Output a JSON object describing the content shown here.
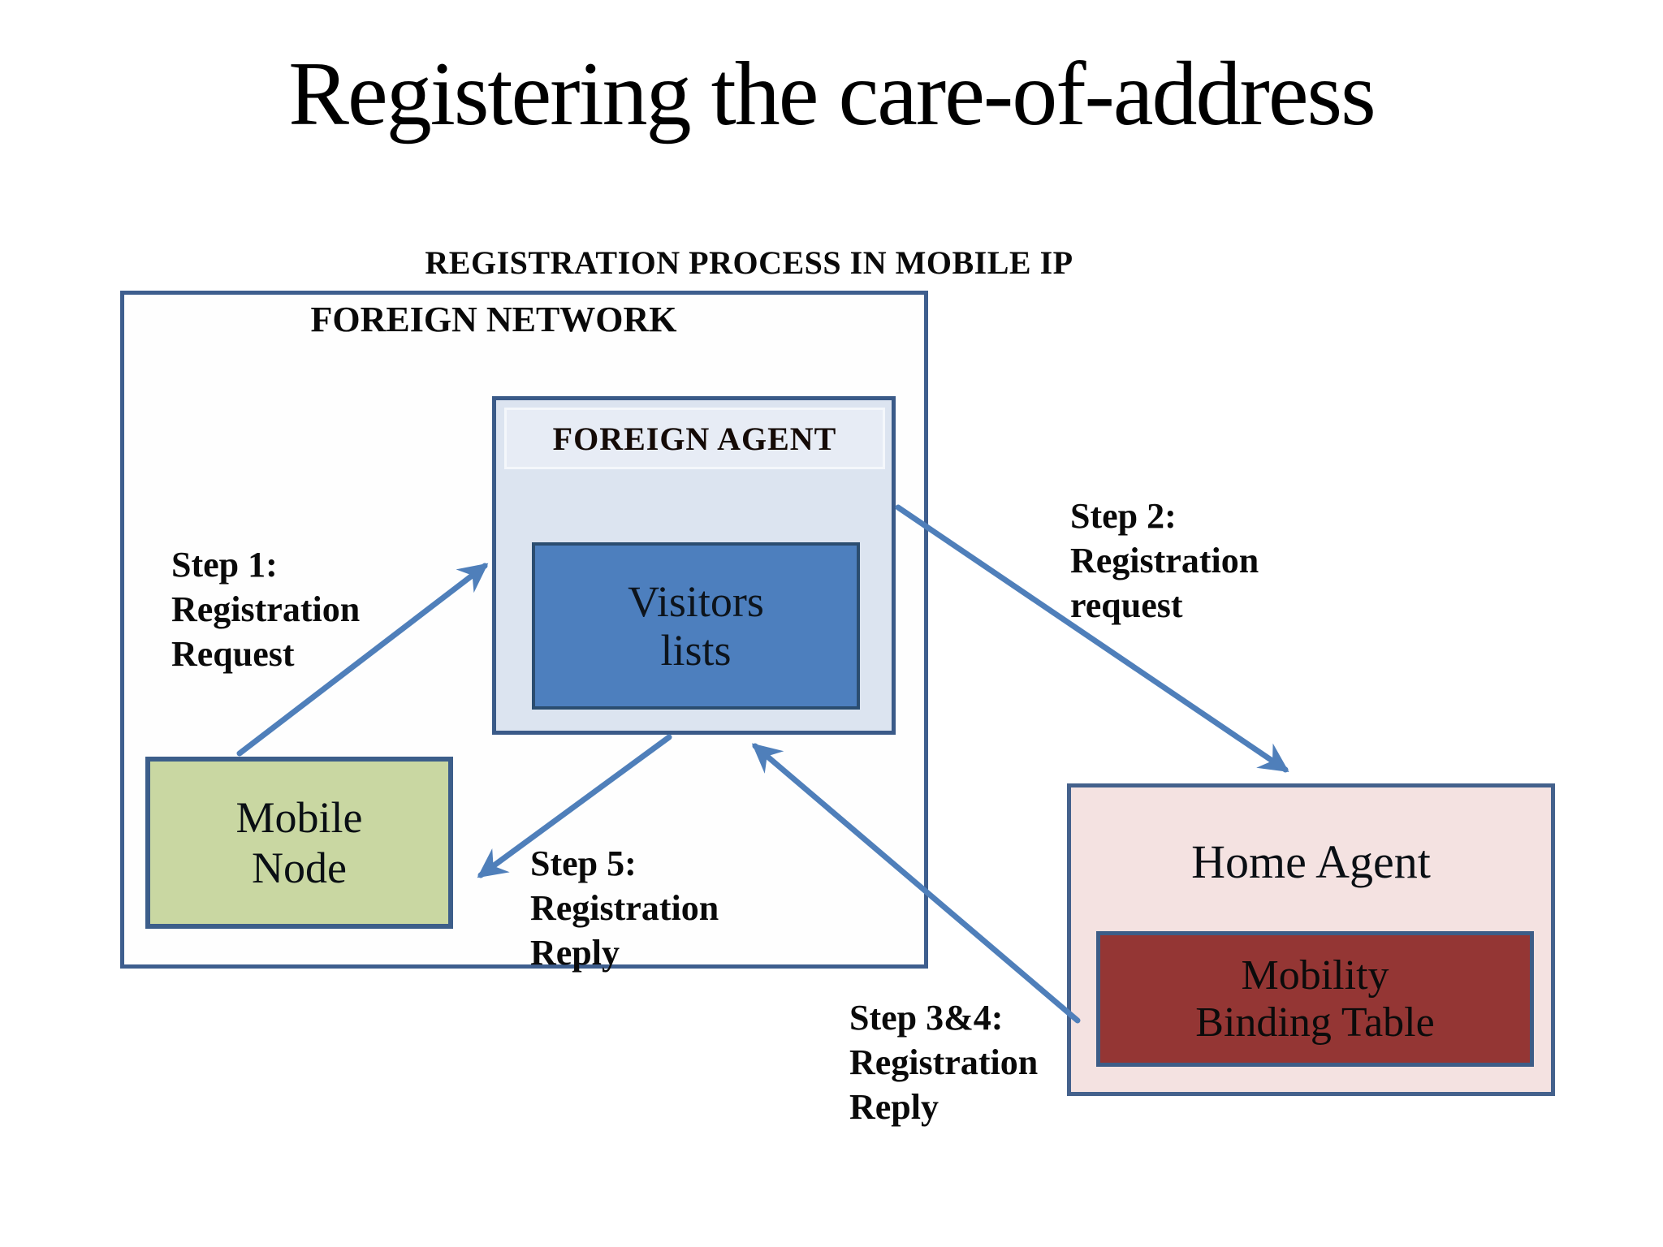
{
  "slide": {
    "title": "Registering the care-of-address"
  },
  "diagram": {
    "title": "REGISTRATION PROCESS IN MOBILE IP",
    "foreign_network": {
      "label": "FOREIGN NETWORK"
    },
    "foreign_agent": {
      "label": "FOREIGN AGENT"
    },
    "visitors_lists": {
      "lines": [
        "Visitors",
        "lists"
      ]
    },
    "mobile_node": {
      "lines": [
        "Mobile",
        "Node"
      ]
    },
    "home_agent": {
      "label": "Home Agent"
    },
    "mobility_binding_table": {
      "lines": [
        "Mobility",
        "Binding Table"
      ]
    },
    "steps": {
      "step1": {
        "lines": [
          "Step 1:",
          "Registration",
          "Request"
        ]
      },
      "step2": {
        "lines": [
          "Step 2:",
          "Registration",
          "request"
        ]
      },
      "step34": {
        "lines": [
          "Step 3&4:",
          "Registration",
          "Reply"
        ]
      },
      "step5": {
        "lines": [
          "Step 5:",
          "Registration",
          "Reply"
        ]
      }
    }
  },
  "colors": {
    "foreign_network_border": "#3e5e8e",
    "foreign_agent_fill": "#dce4f0",
    "foreign_agent_strip_fill": "#e7ecf5",
    "visitors_lists_fill": "#4d7fbe",
    "mobile_node_fill": "#c9d7a2",
    "home_agent_fill": "#f4e2e1",
    "mobility_binding_table_fill": "#943634",
    "arrow_blue": "#4f7fba"
  }
}
